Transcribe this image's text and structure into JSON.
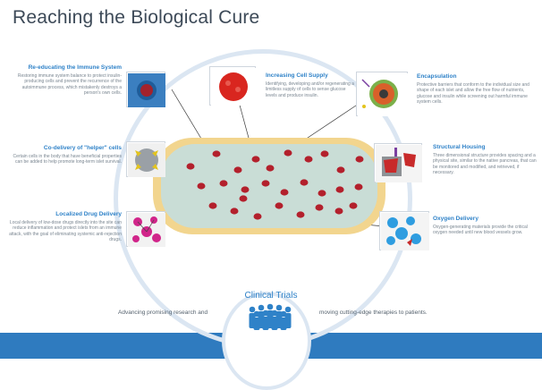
{
  "title": "Reaching the Biological Cure",
  "sections": [
    {
      "key": "immune",
      "heading": "Re-educating the Immune System",
      "text": "Restoring immune system balance to protect insulin-producing cells and prevent the recurrence of the autoimmune process, which mistakenly destroys a person's own cells."
    },
    {
      "key": "helper",
      "heading": "Co-delivery of \"helper\" cells",
      "text": "Certain cells in the body that have beneficial properties can be added to help promote long-term islet survival."
    },
    {
      "key": "drug",
      "heading": "Localized Drug Delivery",
      "text": "Local delivery of low-dose drugs directly into the site can reduce inflammation and protect islets from an immune attack, with the goal of eliminating systemic anti-rejection drugs."
    },
    {
      "key": "supply",
      "heading": "Increasing Cell Supply",
      "text": "Identifying, developing and/or regenerating a limitless supply of cells to sense glucose levels and produce insulin."
    },
    {
      "key": "encaps",
      "heading": "Encapsulation",
      "text": "Protective barriers that conform to the individual size and shape of each islet and allow the free flow of nutrients, glucose and insulin while screening out harmful immune system cells."
    },
    {
      "key": "housing",
      "heading": "Structural Housing",
      "text": "Three dimensional structure provides spacing and a physical site, similar to the native pancreas, that can be monitored and modified, and retrieved, if necessary."
    },
    {
      "key": "oxygen",
      "heading": "Oxygen Delivery",
      "text": "Oxygen-generating materials provide the critical oxygen needed until new blood vessels grow."
    }
  ],
  "clinical_trials": "Clinical Trials",
  "caption_left": "Advancing promising research and",
  "caption_right": "moving cutting-edge therapies to patients.",
  "colors": {
    "accent": "#2f82c8",
    "body": "#7a8691",
    "ring": "#dbe6f2",
    "band": "#2f7bbf",
    "islet": "#b3202c",
    "device_fill": "#c9ddd6",
    "device_border": "#f2d58e"
  }
}
